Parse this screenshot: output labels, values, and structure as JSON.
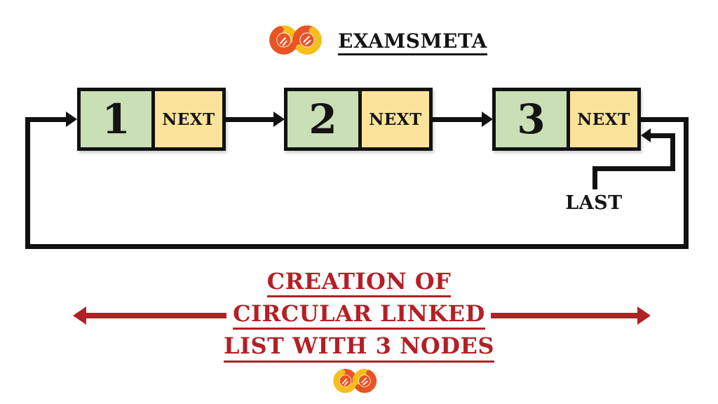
{
  "brand": {
    "name": "EXAMSMETA"
  },
  "diagram": {
    "nodes": [
      {
        "value": "1",
        "pointer": "NEXT"
      },
      {
        "value": "2",
        "pointer": "NEXT"
      },
      {
        "value": "3",
        "pointer": "NEXT"
      }
    ],
    "last_pointer_label": "LAST",
    "structure": "circular-singly-linked-list",
    "node_count": 3
  },
  "caption": {
    "lines": [
      "CREATION OF",
      "CIRCULAR LINKED",
      "LIST WITH 3 NODES"
    ]
  },
  "colors": {
    "background": "#ffffff",
    "node_data_bg": "#c9dfb6",
    "node_pointer_bg": "#fbe39b",
    "line_black": "#111111",
    "title_red": "#b32025",
    "logo_yellow": "#f6bf1c",
    "logo_orange": "#e85426"
  }
}
